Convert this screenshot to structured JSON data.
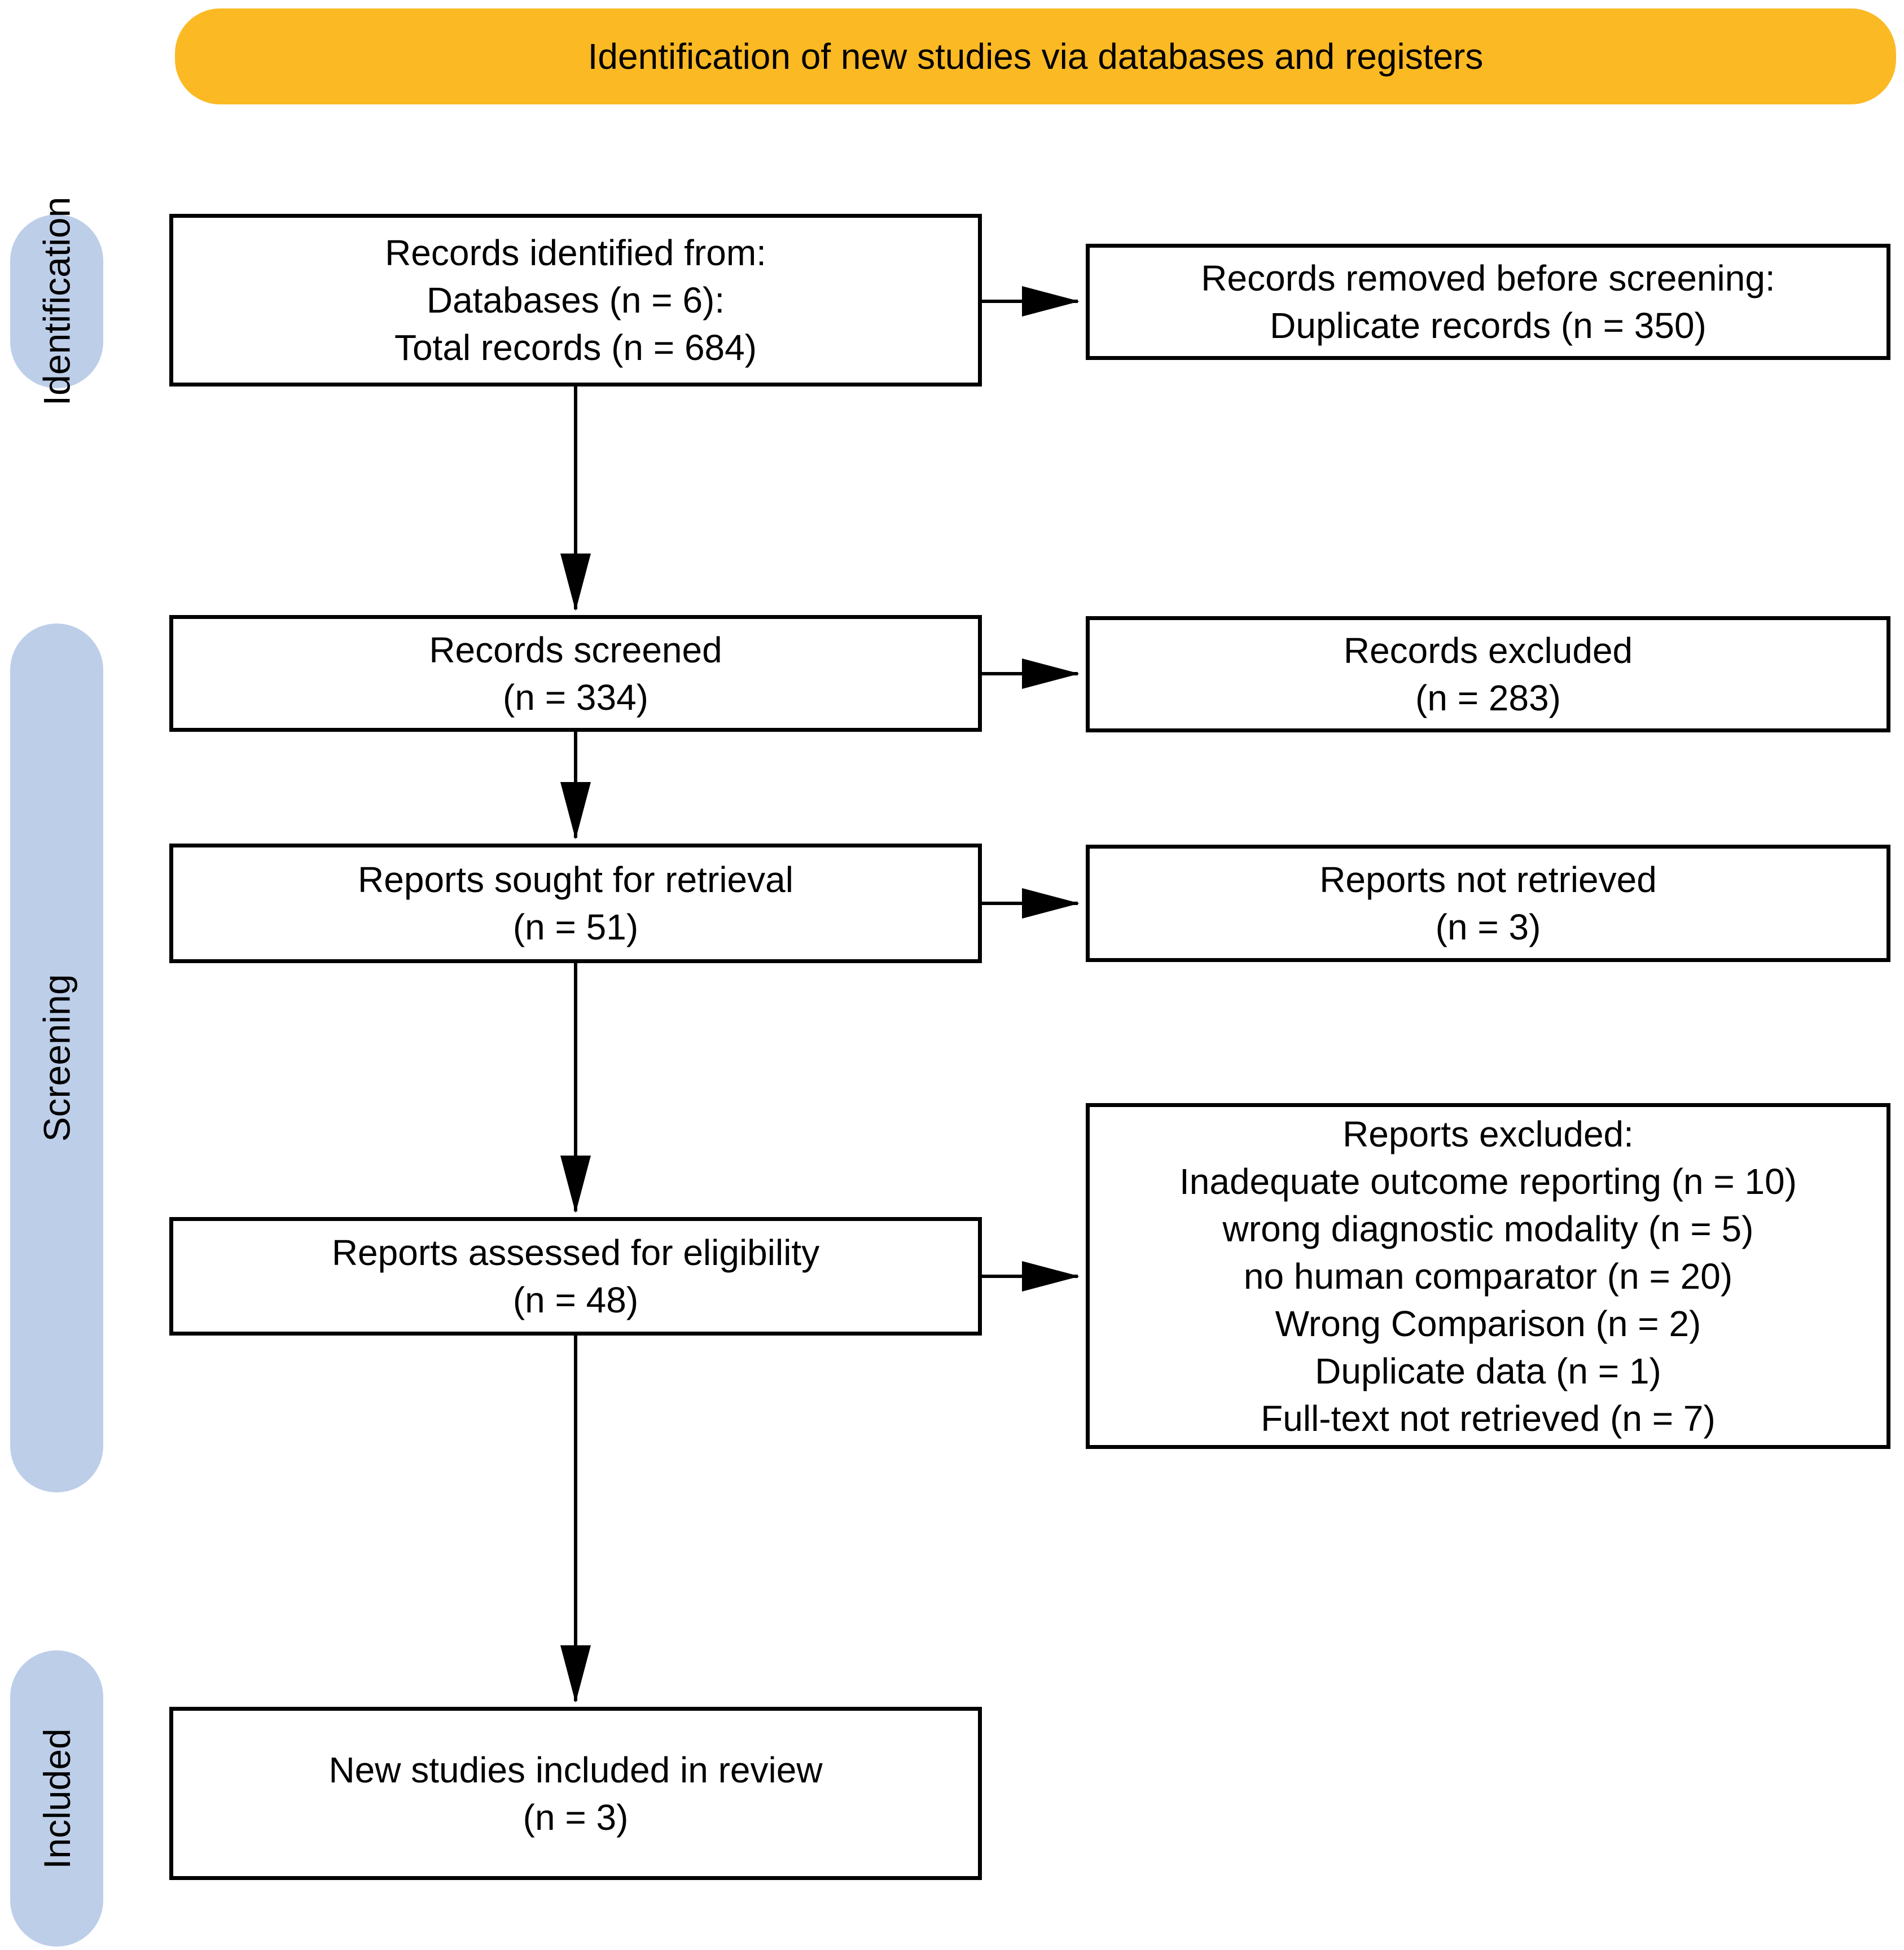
{
  "banner": {
    "title": "Identification of new studies via databases and registers"
  },
  "side_labels": [
    {
      "id": "identification",
      "label": "Identification"
    },
    {
      "id": "screening",
      "label": "Screening"
    },
    {
      "id": "included",
      "label": "Included"
    }
  ],
  "boxes": {
    "records_identified": {
      "lines": [
        "Records identified from:",
        "Databases (n = 6):",
        "Total records (n = 684)"
      ]
    },
    "records_removed": {
      "lines": [
        "Records removed before screening:",
        "Duplicate records (n = 350)"
      ]
    },
    "records_screened": {
      "lines": [
        "Records screened",
        "(n = 334)"
      ]
    },
    "records_excluded": {
      "lines": [
        "Records excluded",
        "(n = 283)"
      ]
    },
    "reports_sought": {
      "lines": [
        "Reports sought for retrieval",
        "(n = 51)"
      ]
    },
    "reports_not_retrieved": {
      "lines": [
        "Reports not retrieved",
        "(n = 3)"
      ]
    },
    "reports_assessed": {
      "lines": [
        "Reports assessed for eligibility",
        "(n = 48)"
      ]
    },
    "reports_excluded": {
      "lines": [
        "Reports excluded:",
        "Inadequate outcome reporting (n = 10)",
        "wrong diagnostic modality (n = 5)",
        "no human comparator (n = 20)",
        "Wrong Comparison (n = 2)",
        "Duplicate data (n = 1)",
        "Full-text not retrieved (n = 7)"
      ]
    },
    "new_studies_included": {
      "lines": [
        "New studies included in review",
        "(n = 3)"
      ]
    }
  },
  "colors": {
    "banner_bg": "#FBB924",
    "stage_bg": "#BDCEE9",
    "ink": "#000000",
    "box_bg": "#FFFFFF"
  }
}
